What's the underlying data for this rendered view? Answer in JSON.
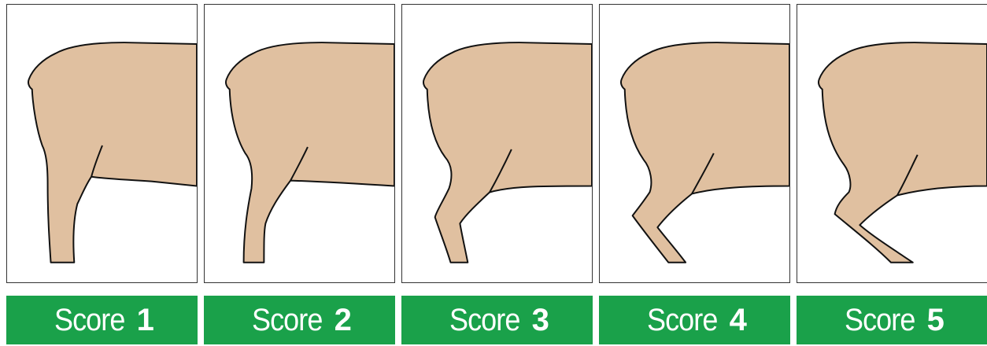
{
  "colors": {
    "body_fill": "#e0c0a0",
    "outline": "#111111",
    "label_bg": "#1aa14a",
    "label_text": "#ffffff"
  },
  "scores": [
    {
      "word": "Score",
      "number": "1"
    },
    {
      "word": "Score",
      "number": "2"
    },
    {
      "word": "Score",
      "number": "3"
    },
    {
      "word": "Score",
      "number": "4"
    },
    {
      "word": "Score",
      "number": "5"
    }
  ]
}
